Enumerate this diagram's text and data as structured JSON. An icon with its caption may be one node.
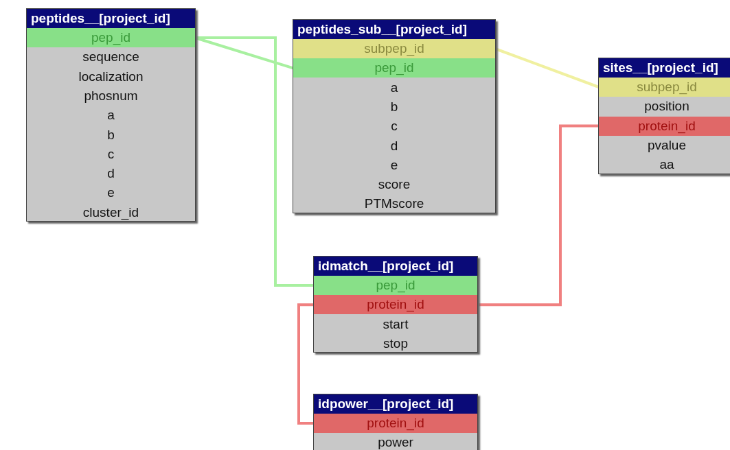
{
  "diagram": {
    "nodes": [
      {
        "text": [
          "peptides__[project_id]"
        ]
      },
      {
        "text": [
          "pep_id"
        ],
        "in": 0
      },
      {
        "text": [
          "sequence"
        ],
        "in": 0
      },
      {
        "text": [
          "localization"
        ],
        "in": 0
      },
      {
        "text": [
          "phosnum"
        ],
        "in": 0
      },
      {
        "text": [
          "a"
        ],
        "in": 0
      },
      {
        "text": [
          "b"
        ],
        "in": 0
      },
      {
        "text": [
          "c"
        ],
        "in": 0
      },
      {
        "text": [
          "d"
        ],
        "in": 0
      },
      {
        "text": [
          "e"
        ],
        "in": 0
      },
      {
        "text": [
          "cluster_id"
        ],
        "in": 0
      },
      {
        "text": [
          "peptides_sub__[project_id]"
        ]
      },
      {
        "text": [
          "subpep_id"
        ],
        "in": 11
      },
      {
        "text": [
          "pep_id"
        ],
        "in": 11
      },
      {
        "text": [
          "a"
        ],
        "in": 11
      },
      {
        "text": [
          "b"
        ],
        "in": 11
      },
      {
        "text": [
          "c"
        ],
        "in": 11
      },
      {
        "text": [
          "d"
        ],
        "in": 11
      },
      {
        "text": [
          "e"
        ],
        "in": 11
      },
      {
        "text": [
          "score"
        ],
        "in": 11
      },
      {
        "text": [
          "PTMscore"
        ],
        "in": 11
      },
      {
        "text": [
          "sites__[project_id]"
        ]
      },
      {
        "text": [
          "subpep_id"
        ],
        "in": 21
      },
      {
        "text": [
          "position"
        ],
        "in": 21
      },
      {
        "text": [
          "protein_id"
        ],
        "in": 21
      },
      {
        "text": [
          "pvalue"
        ],
        "in": 21
      },
      {
        "text": [
          "aa"
        ],
        "in": 21
      },
      {
        "text": [
          "idmatch__[project_id]"
        ]
      },
      {
        "text": [
          "pep_id"
        ],
        "in": 27
      },
      {
        "text": [
          "protein_id"
        ],
        "in": 27
      },
      {
        "text": [
          "start"
        ],
        "in": 27
      },
      {
        "text": [
          "stop"
        ],
        "in": 27
      },
      {
        "text": [
          "idpower__[project_id]"
        ]
      },
      {
        "text": [
          "protein_id"
        ],
        "in": 32
      },
      {
        "text": [
          "power"
        ],
        "in": 32
      }
    ],
    "edges": [
      {
        "from": 1,
        "to": 13,
        "arrow": "none",
        "color": "#a8f0a0"
      },
      {
        "from": 12,
        "to": 22,
        "arrow": "none",
        "color": "#f0f0a0"
      },
      {
        "from": 1,
        "to": 28,
        "arrow": "none",
        "color": "#a8f0a0"
      },
      {
        "from": 29,
        "to": 24,
        "arrow": "none",
        "color": "#f08080"
      },
      {
        "from": 29,
        "to": 33,
        "arrow": "none",
        "color": "#f08080"
      }
    ]
  }
}
